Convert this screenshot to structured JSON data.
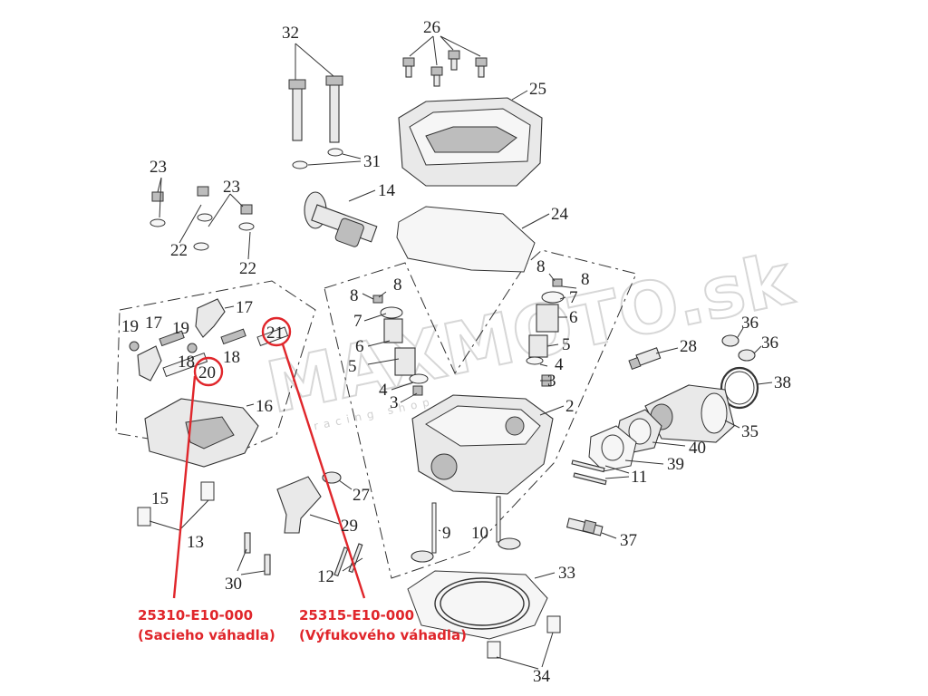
{
  "callouts": [
    {
      "id": "c32",
      "text": "32"
    },
    {
      "id": "c26",
      "text": "26"
    },
    {
      "id": "c25",
      "text": "25"
    },
    {
      "id": "c31",
      "text": "31"
    },
    {
      "id": "c23a",
      "text": "23"
    },
    {
      "id": "c23b",
      "text": "23"
    },
    {
      "id": "c14",
      "text": "14"
    },
    {
      "id": "c24",
      "text": "24"
    },
    {
      "id": "c22a",
      "text": "22"
    },
    {
      "id": "c22b",
      "text": "22"
    },
    {
      "id": "c17a",
      "text": "17"
    },
    {
      "id": "c21",
      "text": "21"
    },
    {
      "id": "c19a",
      "text": "19"
    },
    {
      "id": "c17b",
      "text": "17"
    },
    {
      "id": "c19b",
      "text": "19"
    },
    {
      "id": "c18a",
      "text": "18"
    },
    {
      "id": "c18b",
      "text": "18"
    },
    {
      "id": "c20",
      "text": "20"
    },
    {
      "id": "c16",
      "text": "16"
    },
    {
      "id": "c15",
      "text": "15"
    },
    {
      "id": "c13",
      "text": "13"
    },
    {
      "id": "c30",
      "text": "30"
    },
    {
      "id": "c29",
      "text": "29"
    },
    {
      "id": "c27",
      "text": "27"
    },
    {
      "id": "c12",
      "text": "12"
    },
    {
      "id": "c8a",
      "text": "8"
    },
    {
      "id": "c8b",
      "text": "8"
    },
    {
      "id": "c7a",
      "text": "7"
    },
    {
      "id": "c6a",
      "text": "6"
    },
    {
      "id": "c5a",
      "text": "5"
    },
    {
      "id": "c4a",
      "text": "4"
    },
    {
      "id": "c3a",
      "text": "3"
    },
    {
      "id": "c8c",
      "text": "8"
    },
    {
      "id": "c8d",
      "text": "8"
    },
    {
      "id": "c7b",
      "text": "7"
    },
    {
      "id": "c6b",
      "text": "6"
    },
    {
      "id": "c5b",
      "text": "5"
    },
    {
      "id": "c4b",
      "text": "4"
    },
    {
      "id": "c3b",
      "text": "3"
    },
    {
      "id": "c2",
      "text": "2"
    },
    {
      "id": "c9",
      "text": "9"
    },
    {
      "id": "c10",
      "text": "10"
    },
    {
      "id": "c11",
      "text": "11"
    },
    {
      "id": "c28",
      "text": "28"
    },
    {
      "id": "c36a",
      "text": "36"
    },
    {
      "id": "c36b",
      "text": "36"
    },
    {
      "id": "c38",
      "text": "38"
    },
    {
      "id": "c35",
      "text": "35"
    },
    {
      "id": "c40",
      "text": "40"
    },
    {
      "id": "c39",
      "text": "39"
    },
    {
      "id": "c37",
      "text": "37"
    },
    {
      "id": "c33",
      "text": "33"
    },
    {
      "id": "c34",
      "text": "34"
    }
  ],
  "part_labels": {
    "intake": {
      "code": "25310-E10-000",
      "name": "(Sacieho váhadla)"
    },
    "exhaust": {
      "code": "25315-E10-000",
      "name": "(Výfukového váhadla)"
    }
  },
  "watermark": {
    "brand": "MAXMOTO.sk",
    "tagline": "racing shop"
  },
  "colors": {
    "highlight": "#e0262b",
    "line": "#333333"
  }
}
